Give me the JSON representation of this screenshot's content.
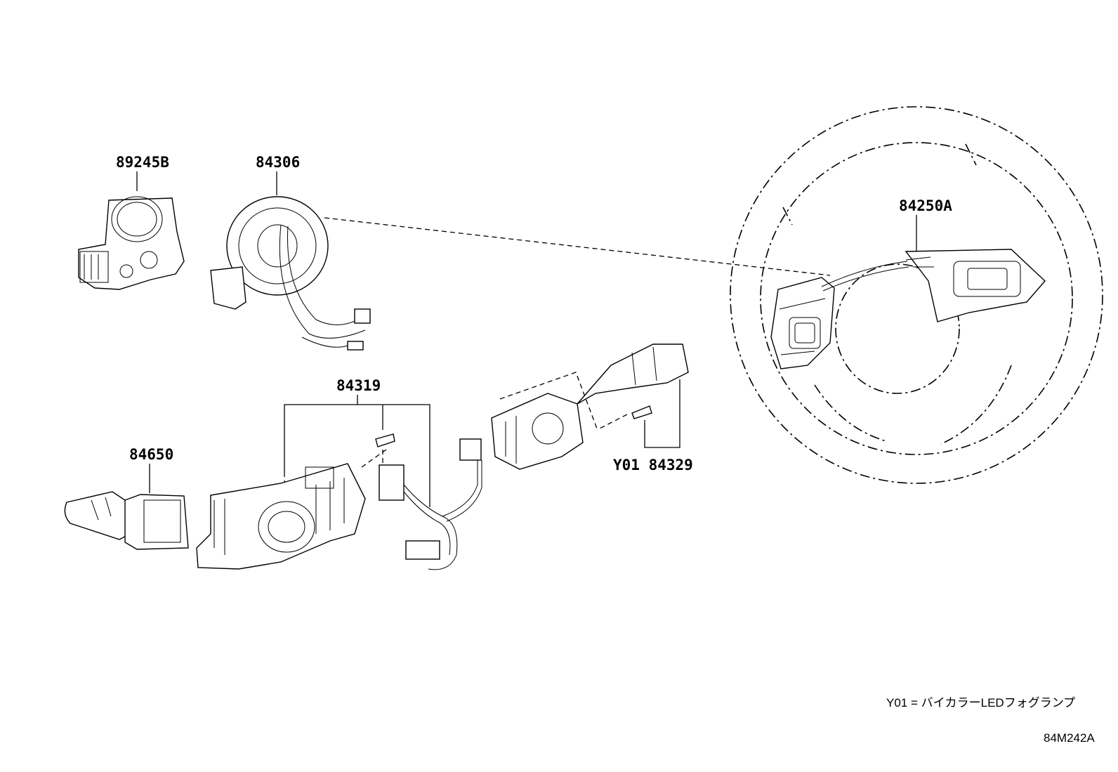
{
  "labels": {
    "p89245b": "89245B",
    "p84306": "84306",
    "p84250a": "84250A",
    "p84319": "84319",
    "p84650": "84650",
    "p84329": "Y01 84329"
  },
  "legend": "Y01 = バイカラーLEDフォグランプ",
  "diagram_code": "84M242A"
}
